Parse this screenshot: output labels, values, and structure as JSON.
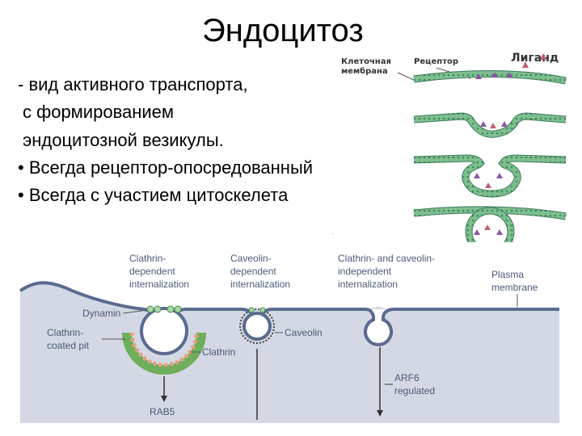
{
  "slide": {
    "title": "Эндоцитоз",
    "bullets": [
      "- вид активного транспорта,",
      "с формированием",
      "эндоцитозной везикулы.",
      "• Всегда рецептор-опосредованный",
      "• Всегда с участием цитоскелета"
    ]
  },
  "top_diagram": {
    "label_ligand": "Лиганд",
    "label_membrane_line1": "Клеточная",
    "label_membrane_line2": "мембрана",
    "label_receptor": "Рецептор"
  },
  "bottom_diagram": {
    "clathrin_header": [
      "Clathrin-",
      "dependent",
      "internalization"
    ],
    "caveolin_header": [
      "Caveolin-",
      "dependent",
      "internalization"
    ],
    "independent_header": [
      "Clathrin- and caveolin-",
      "independent",
      "internalization"
    ],
    "plasma_membrane": [
      "Plasma",
      "membrane"
    ],
    "dynamin": "Dynamin",
    "coated_pit": [
      "Clathrin-",
      "coated pit"
    ],
    "clathrin": "Clathrin",
    "caveolin": "Caveolin",
    "arf6": [
      "ARF6",
      "regulated"
    ],
    "rab5": "RAB5"
  },
  "colors": {
    "membrane_green": "#7fbf8f",
    "membrane_edge": "#3a7a55",
    "receptor_purple": "#8a55a8",
    "cytoplasm": "#d4d8e4",
    "membrane_navy": "#5a6a90",
    "clathrin_green": "#6fae5a",
    "clathrin_orange": "#e8a080",
    "dynamin_green": "#a8d8a0"
  }
}
